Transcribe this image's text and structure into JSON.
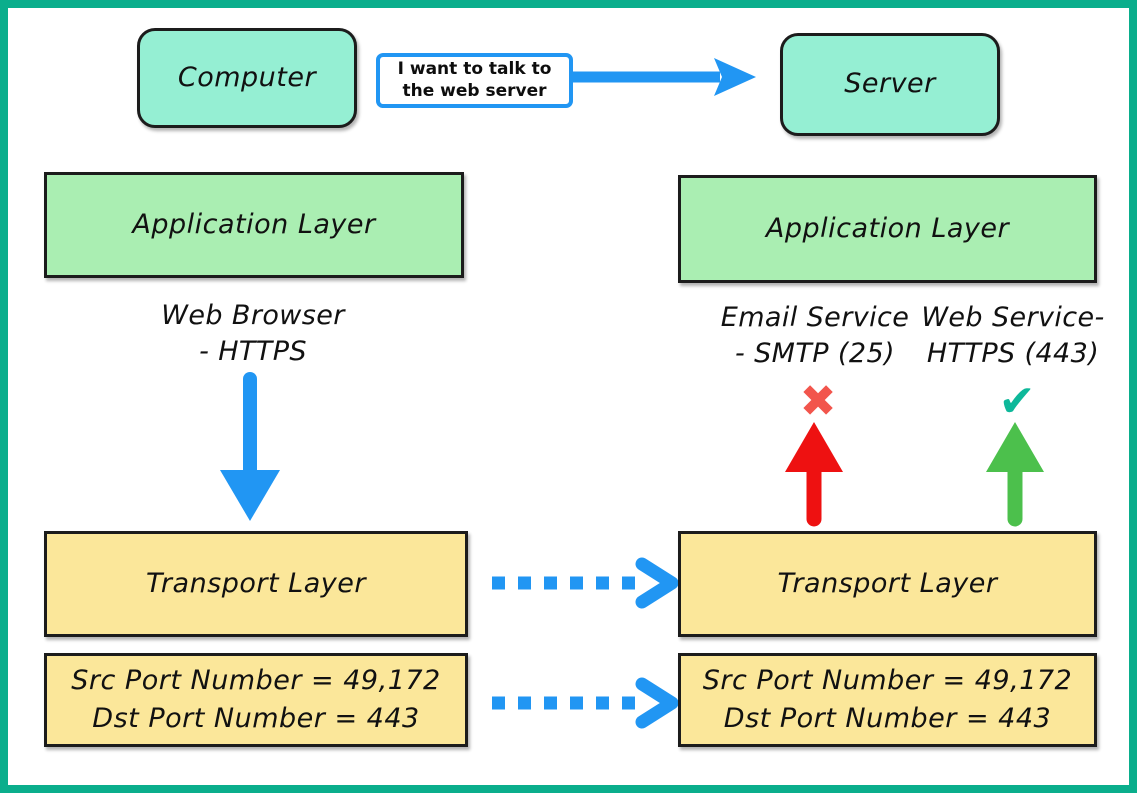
{
  "frame": {
    "border_color": "#0aae8c",
    "background": "#ffffff"
  },
  "palette": {
    "endpoint_fill": "#95efd3",
    "application_fill": "#aaeeb2",
    "transport_fill": "#fbe79a",
    "arrow_blue": "#2196f3",
    "arrow_red": "#ee1111",
    "arrow_green": "#4cc04c",
    "cross_red": "#f2554c",
    "check_teal": "#0eb89a",
    "outline": "#1c1c1c"
  },
  "nodes": {
    "computer": {
      "label": "Computer"
    },
    "server": {
      "label": "Server"
    },
    "client_application_layer": {
      "label": "Application Layer"
    },
    "server_application_layer": {
      "label": "Application Layer"
    },
    "client_transport_layer": {
      "label": "Transport Layer"
    },
    "server_transport_layer": {
      "label": "Transport Layer"
    },
    "client_ports": {
      "src_line": "Src Port Number = 49,172",
      "dst_line": "Dst Port Number = 443"
    },
    "server_ports": {
      "src_line": "Src Port Number = 49,172",
      "dst_line": "Dst Port Number = 443"
    }
  },
  "callout": {
    "text": "I want to talk to the web server"
  },
  "annotations": {
    "client_service": "Web Browser\n- HTTPS",
    "email_service": "Email Service\n- SMTP (25)",
    "web_service": "Web Service-\nHTTPS (443)"
  },
  "status_marks": {
    "email_blocked": {
      "glyph": "✖",
      "meaning": "rejected",
      "color": "#f2554c"
    },
    "web_accepted": {
      "glyph": "✔",
      "meaning": "accepted",
      "color": "#0eb89a"
    }
  },
  "arrows": {
    "request": {
      "style": "solid",
      "direction": "right",
      "color": "#2196f3"
    },
    "client_down": {
      "style": "solid",
      "direction": "down",
      "color": "#2196f3"
    },
    "transport_link": {
      "style": "dashed",
      "direction": "right",
      "color": "#2196f3"
    },
    "ports_link": {
      "style": "dashed",
      "direction": "right",
      "color": "#2196f3"
    },
    "smtp_up": {
      "style": "solid",
      "direction": "up",
      "color": "#ee1111"
    },
    "https_up": {
      "style": "solid",
      "direction": "up",
      "color": "#4cc04c"
    }
  }
}
